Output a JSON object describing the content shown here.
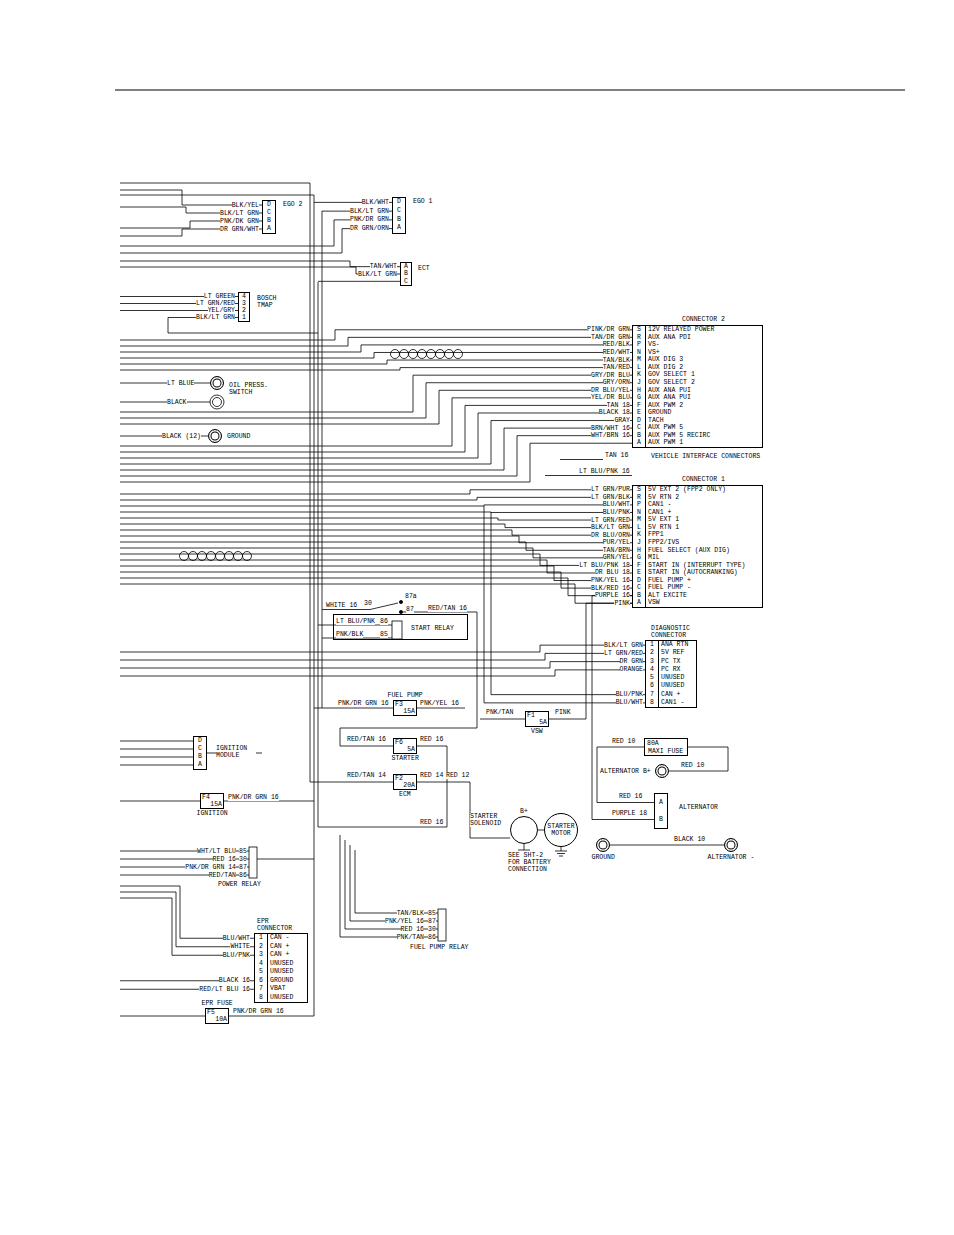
{
  "diagram": {
    "nodes": [
      {
        "text": [
          "D",
          "C",
          "B",
          "A",
          "EGO 2"
        ]
      },
      {
        "text": [
          "D",
          "C",
          "B",
          "A",
          "EGO 1"
        ]
      },
      {
        "text": [
          "A",
          "B",
          "C",
          "ECT"
        ]
      },
      {
        "text": [
          "4",
          "3",
          "2",
          "1",
          "BOSCH TMAP"
        ]
      },
      {
        "text": [
          "OIL PRESS. SWITCH"
        ]
      },
      {
        "text": [
          "GROUND"
        ]
      },
      {
        "text": [
          "CONNECTOR 2",
          "S",
          "12V RELAYED POWER",
          "R",
          "AUX ANA PDI",
          "P",
          "VS-",
          "N",
          "VS+",
          "M",
          "AUX DIG 3",
          "L",
          "AUX DIG 2",
          "K",
          "GOV SELECT 1",
          "J",
          "GOV SELECT 2",
          "H",
          "AUX ANA PUI",
          "G",
          "AUX ANA PUI",
          "F",
          "AUX PWM 2",
          "E",
          "GROUND",
          "D",
          "TACH",
          "C",
          "AUX PWM 5",
          "B",
          "AUX PWM 5 RECIRC",
          "A",
          "AUX PWM 1",
          "VEHICLE INTERFACE CONNECTORS"
        ]
      },
      {
        "text": [
          "CONNECTOR 1",
          "S",
          "5V EXT 2 (FPP2 ONLY)",
          "R",
          "5V RTN 2",
          "P",
          "CAN1 -",
          "N",
          "CAN1 +",
          "M",
          "5V EXT 1",
          "L",
          "5V RTN 1",
          "K",
          "FPP1",
          "J",
          "FPP2/IVS",
          "H",
          "FUEL SELECT (AUX DIG)",
          "G",
          "MIL",
          "F",
          "START IN (INTERRUPT TYPE)",
          "E",
          "START IN (AUTOCRANKING)",
          "D",
          "FUEL PUMP +",
          "C",
          "FUEL PUMP -",
          "B",
          "ALT EXCITE",
          "A",
          "VSW"
        ]
      },
      {
        "text": [
          "START RELAY"
        ]
      },
      {
        "text": [
          "DIAGNOSTIC CONNECTOR",
          "1",
          "ANA RTN",
          "2",
          "5V REF",
          "3",
          "PC TX",
          "4",
          "PC RX",
          "5",
          "UNUSED",
          "6",
          "UNUSED",
          "7",
          "CAN +",
          "8",
          "CAN1 -"
        ]
      },
      {
        "text": [
          "FUEL PUMP",
          "F3",
          "15A"
        ]
      },
      {
        "text": [
          "F1",
          "5A",
          "VSW"
        ]
      },
      {
        "text": [
          "D",
          "C",
          "B",
          "A",
          "IGNITION MODULE"
        ]
      },
      {
        "text": [
          "F6",
          "5A",
          "STARTER"
        ]
      },
      {
        "text": [
          "80A",
          "MAXI FUSE"
        ]
      },
      {
        "text": [
          "ALTERNATOR B+"
        ]
      },
      {
        "text": [
          "F2",
          "20A",
          "ECM"
        ]
      },
      {
        "text": [
          "F4",
          "15A",
          "IGNITION"
        ]
      },
      {
        "text": [
          "A",
          "B",
          "ALTERNATOR"
        ]
      },
      {
        "text": [
          "B+",
          "STARTER SOLENOID"
        ]
      },
      {
        "text": [
          "STARTER MOTOR"
        ]
      },
      {
        "text": [
          "GROUND"
        ]
      },
      {
        "text": [
          "ALTERNATOR -"
        ]
      },
      {
        "text": [
          "EPR CONNECTOR",
          "1",
          "CAN -",
          "2",
          "CAN +",
          "3",
          "CAN +",
          "4",
          "UNUSED",
          "5",
          "UNUSED",
          "6",
          "GROUND",
          "7",
          "VBAT",
          "8",
          "UNUSED"
        ]
      },
      {
        "text": [
          "EPR FUSE",
          "F5",
          "10A"
        ]
      }
    ],
    "edges": [
      {
        "from": 14,
        "to": 15,
        "arrow": "none",
        "label": "RED 10"
      },
      {
        "from": 14,
        "to": 18,
        "arrow": "none",
        "label": "RED 10"
      },
      {
        "from": 21,
        "to": 22,
        "arrow": "none",
        "label": "BLACK 10"
      },
      {
        "from": 16,
        "to": 19,
        "arrow": "none",
        "label": "RED 12"
      },
      {
        "from": 19,
        "to": 20,
        "arrow": "none"
      },
      {
        "from": 11,
        "to": 7,
        "arrow": "none",
        "label": "PINK"
      }
    ],
    "labels": [
      "BLK/YEL",
      "BLK/LT GRN",
      "PNK/DK GRN",
      "DR GRN/WHT",
      "BLK/WHT",
      "BLK/LT GRN",
      "PNK/DR GRN",
      "DR GRN/ORN",
      "TAN/WHT",
      "BLK/LT GRN",
      "LT GREEN",
      "LT GRN/RED",
      "YEL/GRY",
      "BLK/LT GRN",
      "PINK/DR GRN",
      "TAN/DR GRN",
      "RED/BLK",
      "RED/WHT",
      "TAN/BLK",
      "TAN/RED",
      "GRY/DR BLU",
      "GRY/ORN",
      "DR BLU/YEL",
      "YEL/DR BLU",
      "TAN 18",
      "BLACK 18",
      "GRAY",
      "BRN/WHT 16",
      "WHT/BRN 16",
      "LT BLUE",
      "BLACK",
      "BLACK (12)",
      "TAN 16",
      "LT BLU/PNK 16",
      "LT GRN/PUR",
      "LT GRN/BLK",
      "BLU/WHT",
      "BLU/PNK",
      "LT GRN/RED",
      "BLK/LT GRN",
      "DR BLU/ORN",
      "PUR/YEL",
      "TAN/BRN",
      "GRN/YEL",
      "LT BLU/PNK 18",
      "DR BLU 18",
      "PNK/YEL 16",
      "BLK/RED 16",
      "PURPLE 16",
      "PINK",
      "WHITE 16",
      "30",
      "87a",
      "87",
      "RED/TAN 16",
      "LT BLU/PNK",
      "86",
      "85",
      "PNK/BLK",
      "BLK/LT GRN",
      "LT GRN/RED",
      "DR GRN",
      "ORANGE",
      "BLU/PNK",
      "BLU/WHT",
      "PNK/DR GRN 16",
      "PNK/YEL 16",
      "PNK/TAN",
      "RED/TAN 16",
      "RED 16",
      "RED/TAN 14",
      "RED 14",
      "RED 16",
      "PURPLE 18",
      "PNK/DR GRN 16",
      "RED 16",
      "SEE SHT-2 FOR BATTERY CONNECTION",
      "WHT/LT BLU",
      "85",
      "RED 16",
      "30",
      "PNK/DR GRN 14",
      "87",
      "RED/TAN",
      "86",
      "POWER RELAY",
      "TAN/BLK",
      "85",
      "PNK/YEL 16",
      "87",
      "RED 16",
      "30",
      "PNK/TAN",
      "86",
      "FUEL PUMP RELAY",
      "BLU/WHT",
      "WHITE",
      "BLU/PNK",
      "BLACK 16",
      "RED/LT BLU 16",
      "PNK/DR GRN 16"
    ]
  }
}
